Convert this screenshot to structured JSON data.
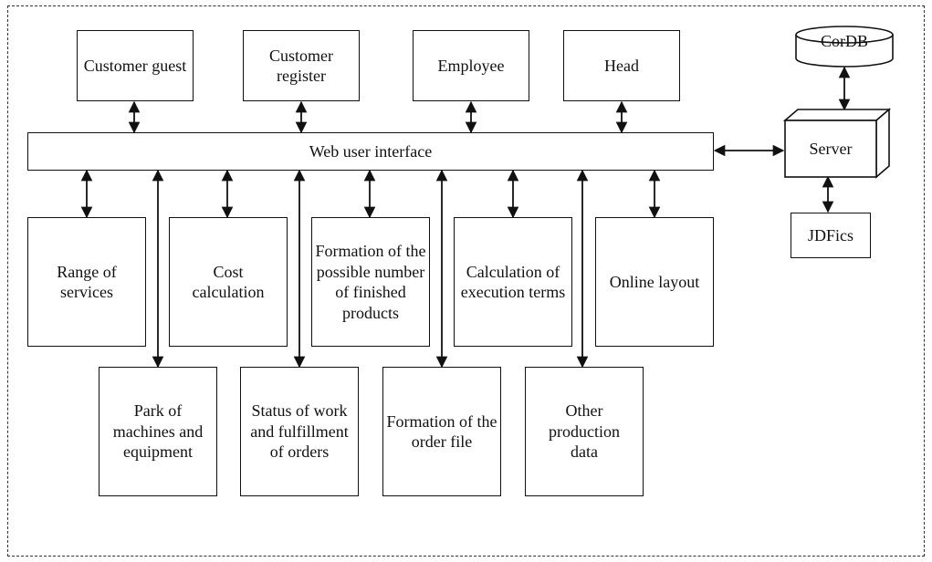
{
  "users": {
    "customer_guest": "Customer guest",
    "customer_register": "Customer register",
    "employee": "Employee",
    "head": "Head"
  },
  "web_ui": "Web user interface",
  "server": "Server",
  "cordb": "CorDB",
  "jdfics": "JDFics",
  "modules_top": {
    "range_of_services": "Range of services",
    "cost_calculation": "Cost calculation",
    "formation_finished": "Formation of the possible number of finished products",
    "calc_execution": "Calculation of execution terms",
    "online_layout": "Online layout"
  },
  "modules_bottom": {
    "park_machines": "Park of machines and equipment",
    "status_work": "Status of work and fulfillment of orders",
    "formation_order": "Formation of the order file",
    "other_production": "Other production data"
  }
}
